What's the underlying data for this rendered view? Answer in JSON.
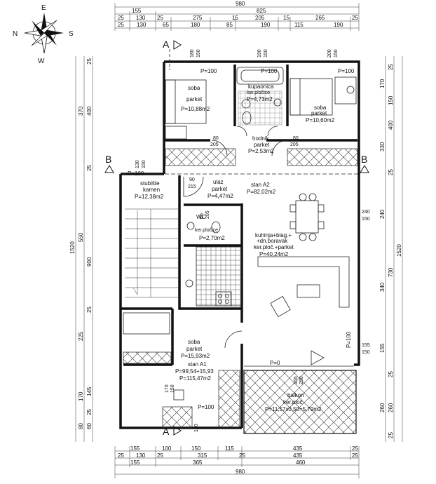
{
  "compass": {
    "n": "N",
    "e": "E",
    "s": "S",
    "w": "W"
  },
  "sections": {
    "a_top": "A",
    "a_bottom": "A",
    "b_left": "B",
    "b_right": "B"
  },
  "top_dims": {
    "overall": "980",
    "row1": [
      "155",
      "825"
    ],
    "row2": [
      "25",
      "130",
      "25",
      "275",
      "15",
      "205",
      "15",
      "265",
      "25"
    ],
    "row3": [
      "25",
      "130",
      "65",
      "180",
      "85",
      "190",
      "115",
      "190"
    ]
  },
  "bottom_dims": {
    "row1": [
      "155",
      "100",
      "150",
      "115",
      "435",
      "25"
    ],
    "row2": [
      "25",
      "130",
      "25",
      "315",
      "25",
      "435",
      "25"
    ],
    "row3": [
      "155",
      "365",
      "460"
    ],
    "overall": "980"
  },
  "left_dims": {
    "overall": "1520",
    "outer": [
      "370",
      "550",
      "225",
      "170",
      "80"
    ],
    "inner": [
      "25",
      "400",
      "25",
      "900",
      "25",
      "145",
      "25",
      "60"
    ]
  },
  "right_dims": {
    "overall": "1520",
    "outer": [
      "170",
      "330",
      "240",
      "340",
      "155",
      "260"
    ],
    "inner": [
      "25",
      "150",
      "400",
      "25",
      "730",
      "25",
      "260",
      "25"
    ]
  },
  "rooms": {
    "soba1": {
      "name": "soba",
      "floor": "parket",
      "area": "P=10,88m2"
    },
    "kupaonica": {
      "name": "kupaonica",
      "floor": "ker.pločice",
      "area": "P=4,73m2"
    },
    "soba2": {
      "name": "soba",
      "floor": "parket",
      "area": "P=10,60m2"
    },
    "hodnik": {
      "name": "hodnik",
      "floor": "parket",
      "area": "P=2,53m2"
    },
    "stubiste": {
      "name": "stubište",
      "floor": "kamen",
      "area": "P=12,38m2"
    },
    "ulaz": {
      "name": "ulaz",
      "floor": "parket",
      "area": "P=4,47m2"
    },
    "stan_a2": {
      "name": "stan A2",
      "area": "P=82,02m2"
    },
    "wc": {
      "name": "WC",
      "floor": "ker.pločice",
      "area": "P=2,70m2"
    },
    "kuhinja": {
      "line1": "kuhinja+blag.+",
      "line2": "+dn.boravak",
      "line3": "ker.ploč.+parket",
      "area": "P=40,24m2"
    },
    "soba3": {
      "name": "soba",
      "floor": "parket",
      "area": "P=15,93m2"
    },
    "stan_a1": {
      "name": "stan A1",
      "line1": "P=99,54+15,93",
      "area": "P=115,47m2"
    },
    "balkon": {
      "name": "balkon",
      "floor": "ker.ploč.",
      "area": "P=11,57x0,50=5,79m2"
    }
  },
  "openings": {
    "p100_soba1": "P=100",
    "p100_kup": "P=100",
    "p100_soba2": "P=100",
    "p100_stub": "P=100",
    "p100_east": "P=100",
    "p100_sw": "P=100",
    "p0": "P=0",
    "d180_150": [
      "180",
      "150"
    ],
    "d190_150": [
      "190",
      "150"
    ],
    "d200_150": [
      "200",
      "150"
    ],
    "d80_205_a": [
      "80",
      "205"
    ],
    "d80_205_b": [
      "80",
      "205"
    ],
    "d90_215": [
      "90",
      "215"
    ],
    "d60_205": [
      "60",
      "205"
    ],
    "d130_150": [
      "130",
      "150"
    ],
    "d240_150": [
      "240",
      "150"
    ],
    "d155_150": [
      "155",
      "150"
    ],
    "d155_250": [
      "155",
      "250"
    ],
    "d170_150": [
      "170",
      "150"
    ],
    "d150": "150"
  }
}
